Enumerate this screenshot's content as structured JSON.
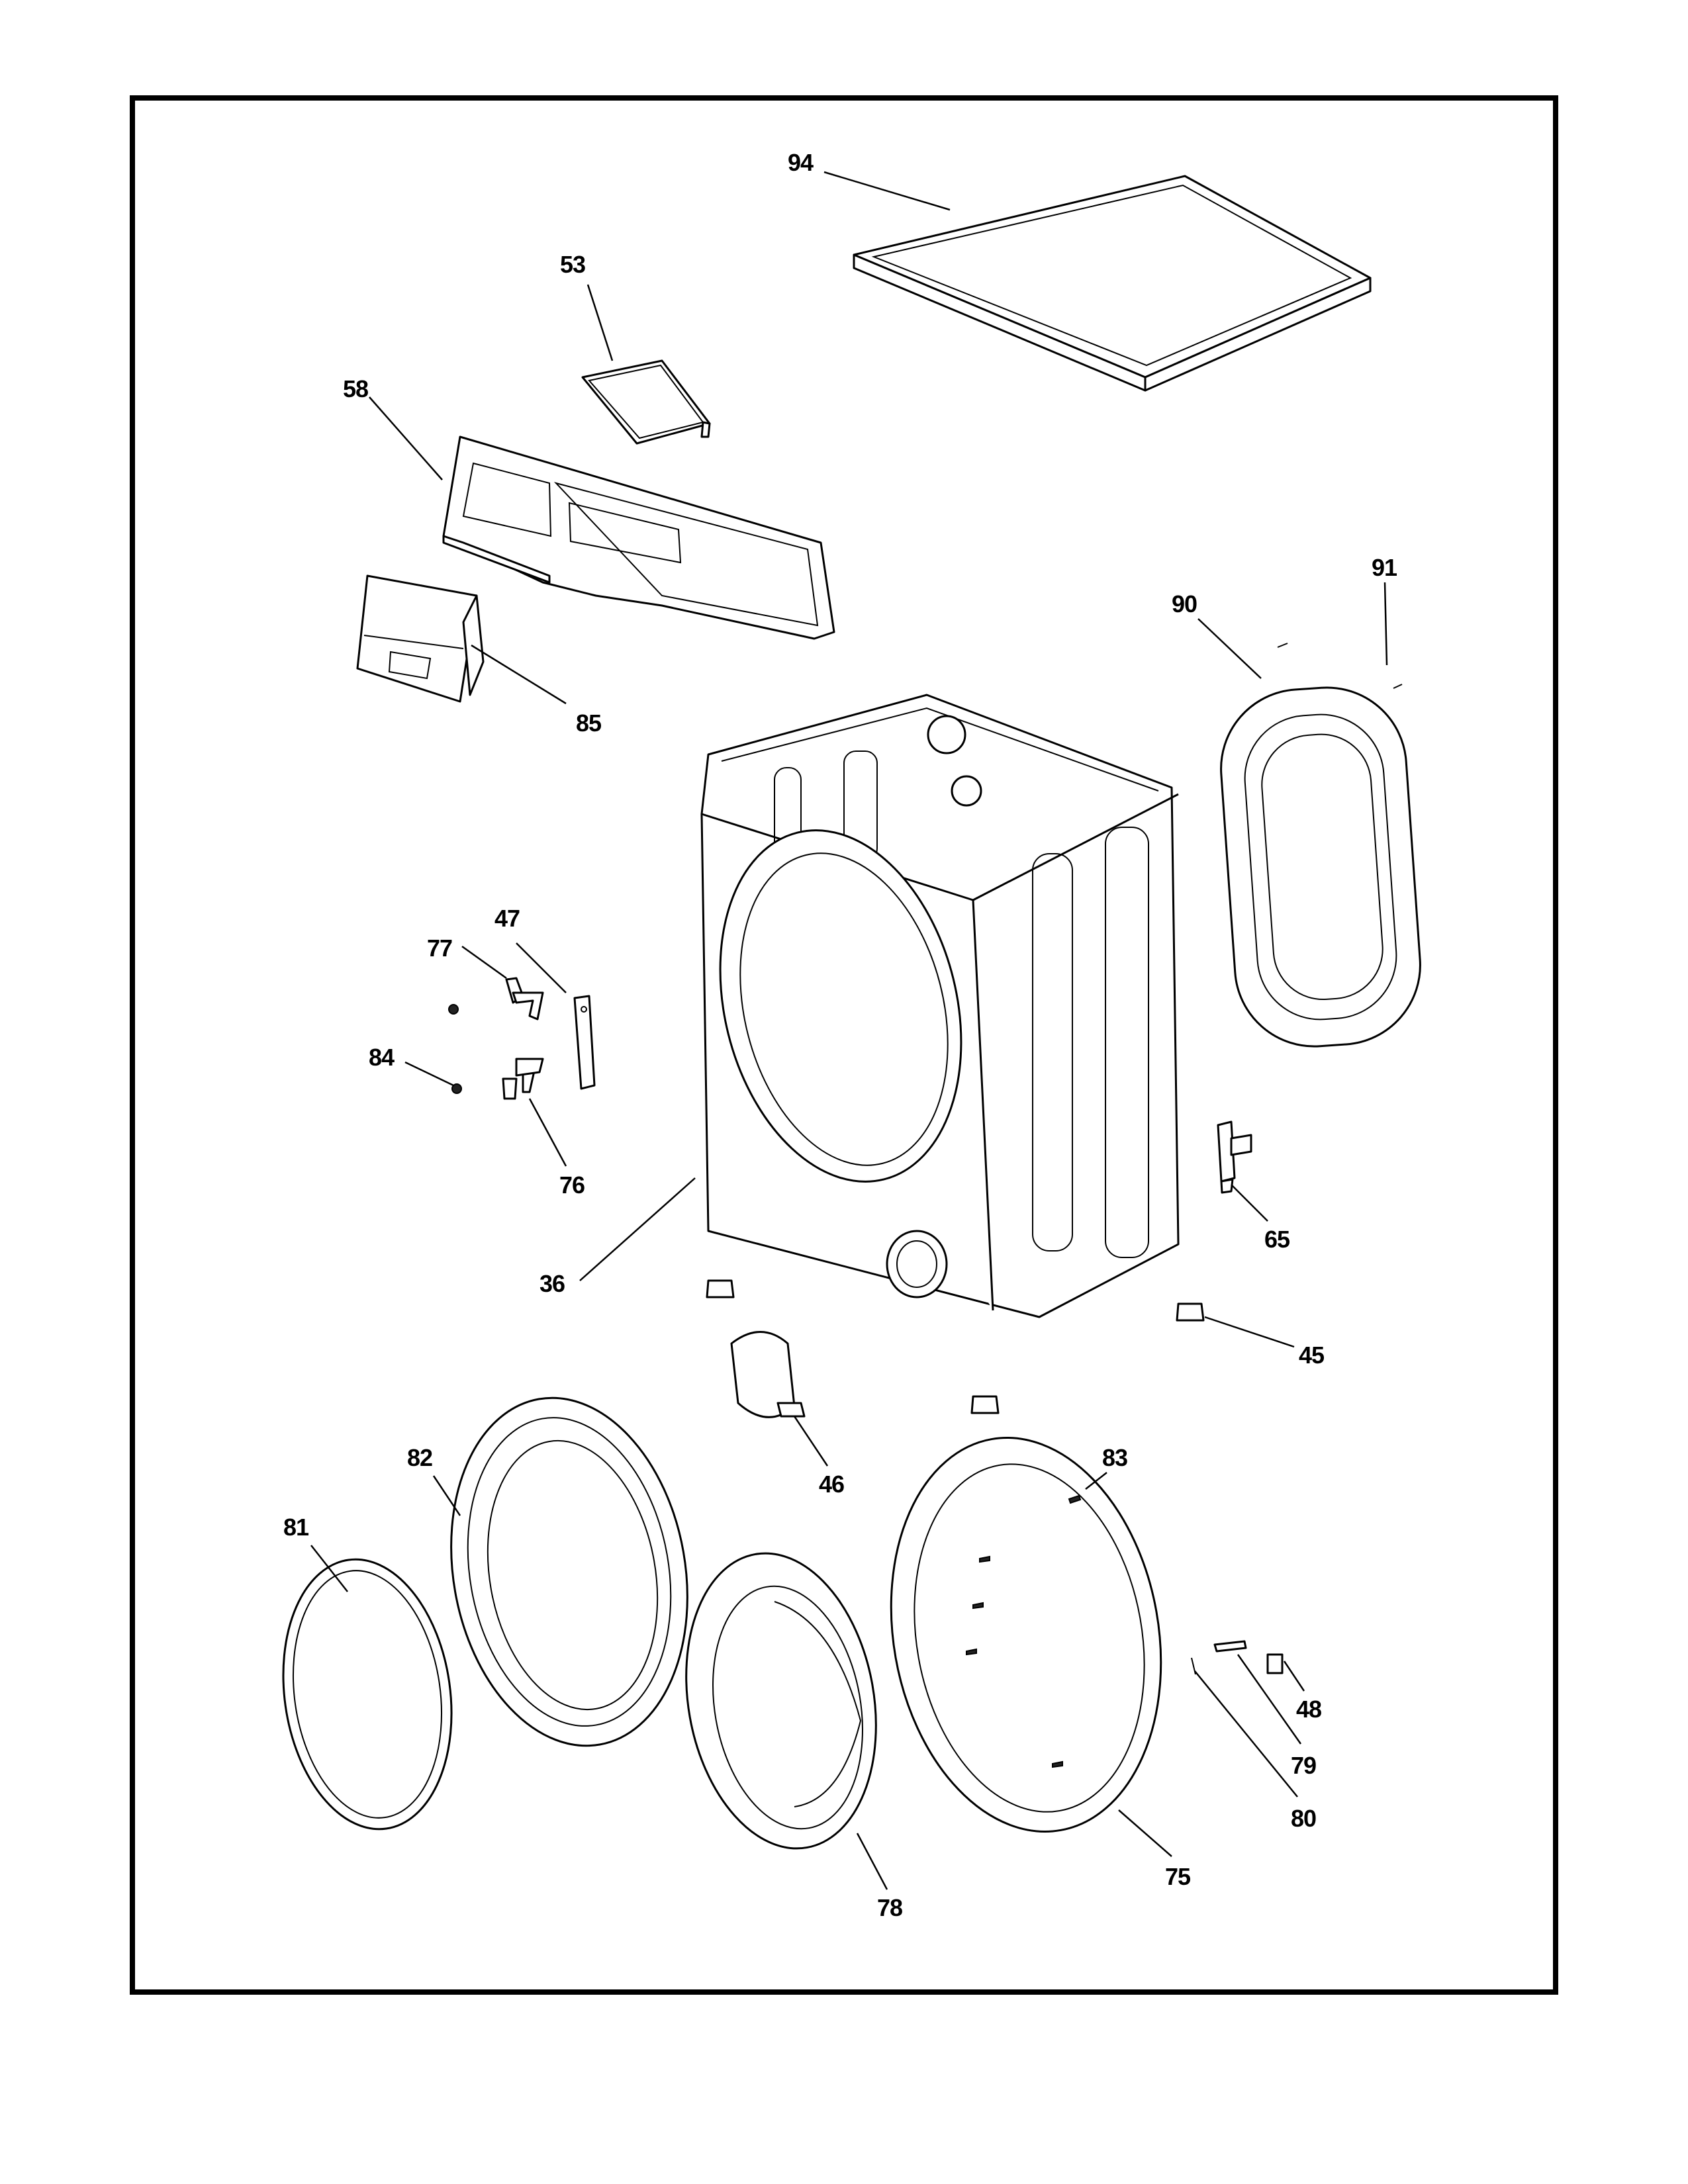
{
  "diagram": {
    "background": "#ffffff",
    "line_color": "#000000",
    "callouts": [
      "94",
      "53",
      "58",
      "85",
      "90",
      "91",
      "47",
      "77",
      "84",
      "76",
      "36",
      "65",
      "45",
      "46",
      "82",
      "81",
      "83",
      "48",
      "79",
      "80",
      "75",
      "78"
    ]
  }
}
